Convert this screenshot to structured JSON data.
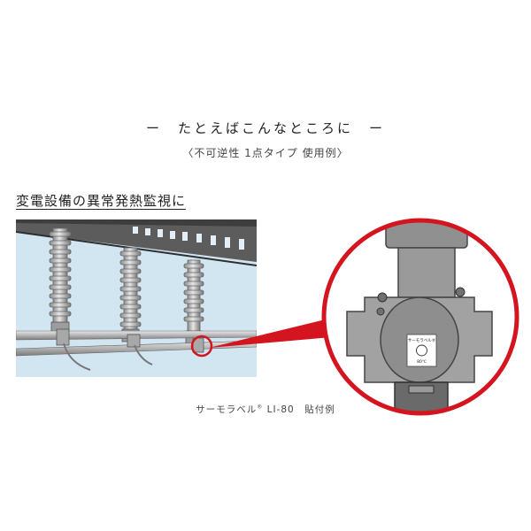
{
  "heading": "ー　たとえばこんなところに　ー",
  "subheading": "〈不可逆性 1点タイプ 使用例〉",
  "section_title": "変電設備の異常発熱監視に",
  "caption": {
    "product": "サーモラベル",
    "mark": "®",
    "model": "LI-80　貼付例"
  },
  "label": {
    "brand": "サーモラベルⓇ",
    "temperature": "80℃"
  },
  "colors": {
    "sky": "#d2e6f2",
    "frame": "#5a5a5a",
    "accent_red": "#d4141e",
    "metal": "#9a9a9a"
  },
  "icons": [
    "insulator-icon",
    "magnify-circle-icon"
  ]
}
